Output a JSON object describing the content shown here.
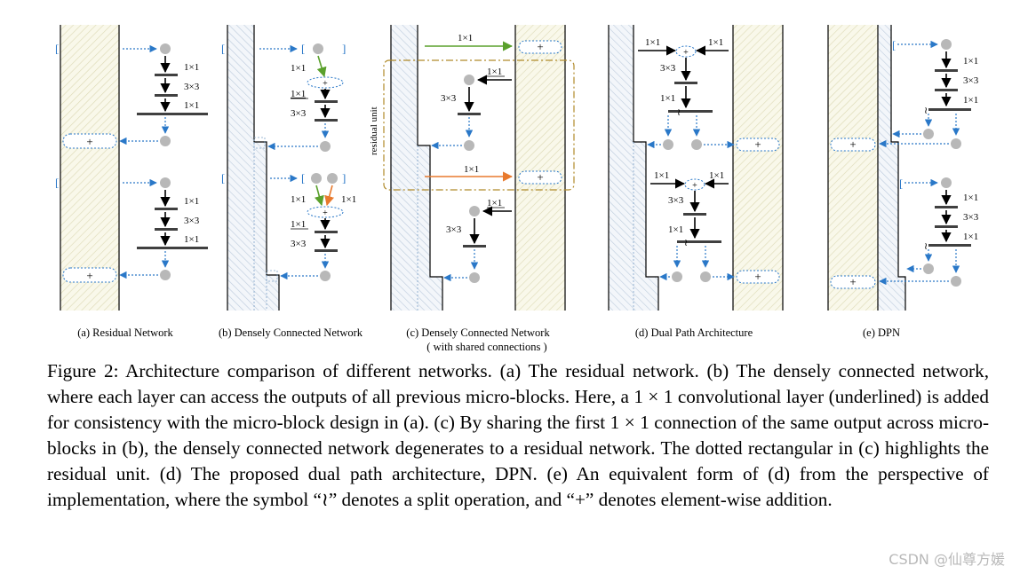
{
  "labels": {
    "one_by_one": "1×1",
    "three_by_three": "3×3",
    "plus": "+",
    "split": "≀",
    "residual_unit": "residual unit"
  },
  "panels": [
    {
      "id": "a",
      "caption": "(a) Residual Network"
    },
    {
      "id": "b",
      "caption": "(b) Densely Connected Network"
    },
    {
      "id": "c",
      "caption": "(c) Densely Connected Network",
      "caption2": "( with shared connections )"
    },
    {
      "id": "d",
      "caption": "(d) Dual Path Architecture"
    },
    {
      "id": "e",
      "caption": "(e) DPN"
    }
  ],
  "caption": {
    "text": "Figure 2: Architecture comparison of different networks. (a) The residual network. (b) The densely connected network, where each layer can access the outputs of all previous micro-blocks. Here, a 1 × 1 convolutional layer (underlined) is added for consistency with the micro-block design in (a). (c) By sharing the first 1 × 1 connection of the same output across micro-blocks in (b), the densely connected network degenerates to a residual network. The dotted rectangular in (c) highlights the residual unit. (d) The proposed dual path architecture, DPN. (e) An equivalent form of (d) from the perspective of implementation, where the symbol “≀” denotes a split operation, and “+” denotes element-wise addition."
  },
  "watermark": "CSDN @仙尊方媛",
  "colors": {
    "blue": "#2a78c8",
    "green": "#5aa02c",
    "orange": "#e87a2e",
    "olive": "#b08a2a",
    "node": "#b8b8b8",
    "bar": "#404040"
  }
}
